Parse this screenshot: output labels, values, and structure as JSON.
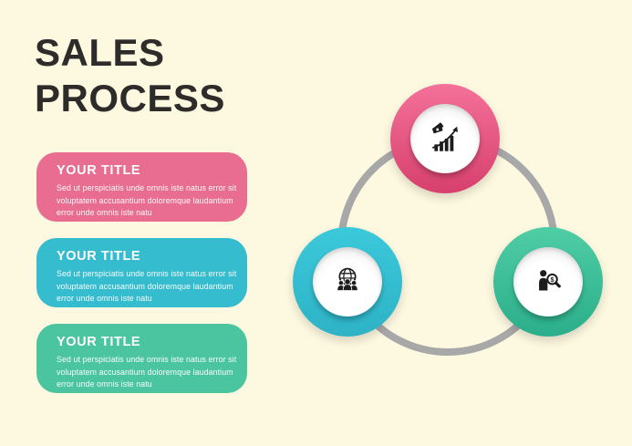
{
  "page": {
    "background": "#FDF8E0",
    "title_color": "#2E2C2A"
  },
  "title": "SALES PROCESS",
  "cards": [
    {
      "title": "YOUR TITLE",
      "body": "Sed ut perspiciatis unde omnis iste natus error sit voluptatem accusantium doloremque laudantium error unde omnis iste natu",
      "color": "#E96D90"
    },
    {
      "title": "YOUR TITLE",
      "body": "Sed ut perspiciatis unde omnis iste natus error sit voluptatem accusantium doloremque laudantium error unde omnis iste natu",
      "color": "#35BCCE"
    },
    {
      "title": "YOUR TITLE",
      "body": "Sed ut perspiciatis unde omnis iste natus error sit voluptatem accusantium doloremque laudantium error unde omnis iste natu",
      "color": "#4AC5A0"
    }
  ],
  "diagram": {
    "ring_color": "#A8A8A8",
    "steps": [
      {
        "icon": "growth-chart-icon",
        "color_top": "#F4719A",
        "color_bottom": "#D6406C"
      },
      {
        "icon": "global-team-icon",
        "color_top": "#3BC9DB",
        "color_bottom": "#2EB2C6"
      },
      {
        "icon": "prospect-search-icon",
        "color_top": "#4FCDA5",
        "color_bottom": "#2BAE8B"
      }
    ]
  }
}
